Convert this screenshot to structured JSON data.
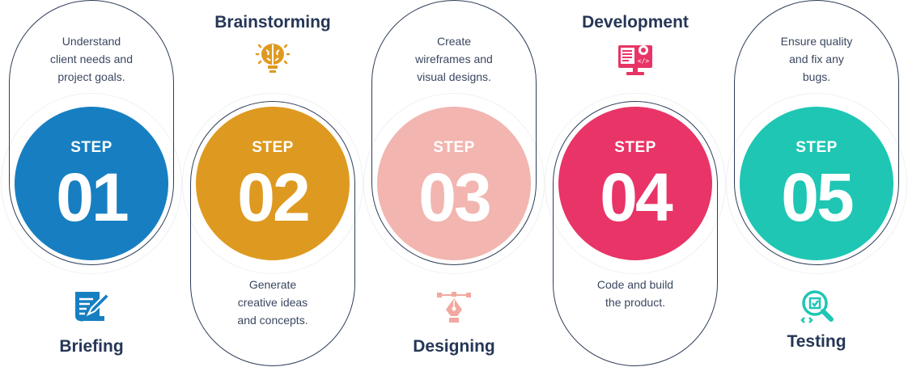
{
  "steps": [
    {
      "label": "STEP",
      "number": "01",
      "title": "Briefing",
      "description": [
        "Understand",
        "client needs and",
        "project goals."
      ],
      "color": "#177fc1",
      "icon": "document-pen-icon"
    },
    {
      "label": "STEP",
      "number": "02",
      "title": "Brainstorming",
      "description": [
        "Generate",
        "creative ideas",
        "and concepts."
      ],
      "color": "#de9a20",
      "icon": "brain-bulb-icon"
    },
    {
      "label": "STEP",
      "number": "03",
      "title": "Designing",
      "description": [
        "Create",
        "wireframes and",
        "visual designs."
      ],
      "color": "#f2b5b0",
      "icon": "pen-tool-icon"
    },
    {
      "label": "STEP",
      "number": "04",
      "title": "Development",
      "description": [
        "Code and build",
        "the product."
      ],
      "color": "#e83466",
      "icon": "monitor-code-icon"
    },
    {
      "label": "STEP",
      "number": "05",
      "title": "Testing",
      "description": [
        "Ensure quality",
        "and fix any",
        "bugs."
      ],
      "color": "#1fc6b4",
      "icon": "magnifier-check-icon"
    }
  ]
}
